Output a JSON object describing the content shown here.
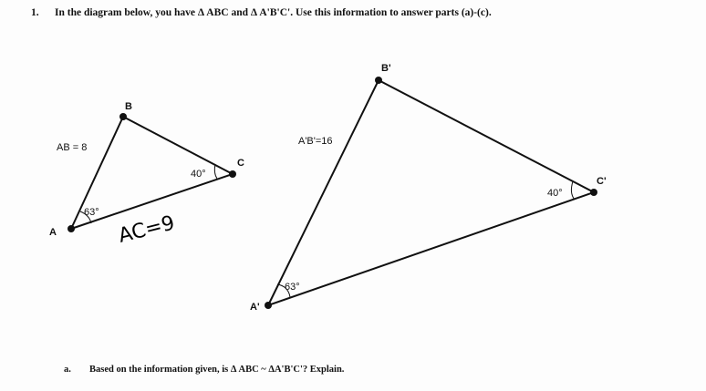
{
  "question": {
    "number": "1.",
    "text": "In the diagram below, you have Δ ABC and Δ A'B'C'. Use this information to answer parts (a)-(c)."
  },
  "part_a": {
    "label": "a.",
    "text": "Based on the information given, is Δ ABC ~ ΔA'B'C'? Explain."
  },
  "triangle_small": {
    "A": "A",
    "B": "B",
    "C": "C",
    "side_ab": "AB = 8",
    "angle_a": "63°",
    "angle_c": "40°",
    "handwritten_ac": "AC=9"
  },
  "triangle_large": {
    "A": "A'",
    "B": "B'",
    "C": "C'",
    "side_ab": "A'B'=16",
    "angle_a": "63°",
    "angle_c": "40°"
  }
}
